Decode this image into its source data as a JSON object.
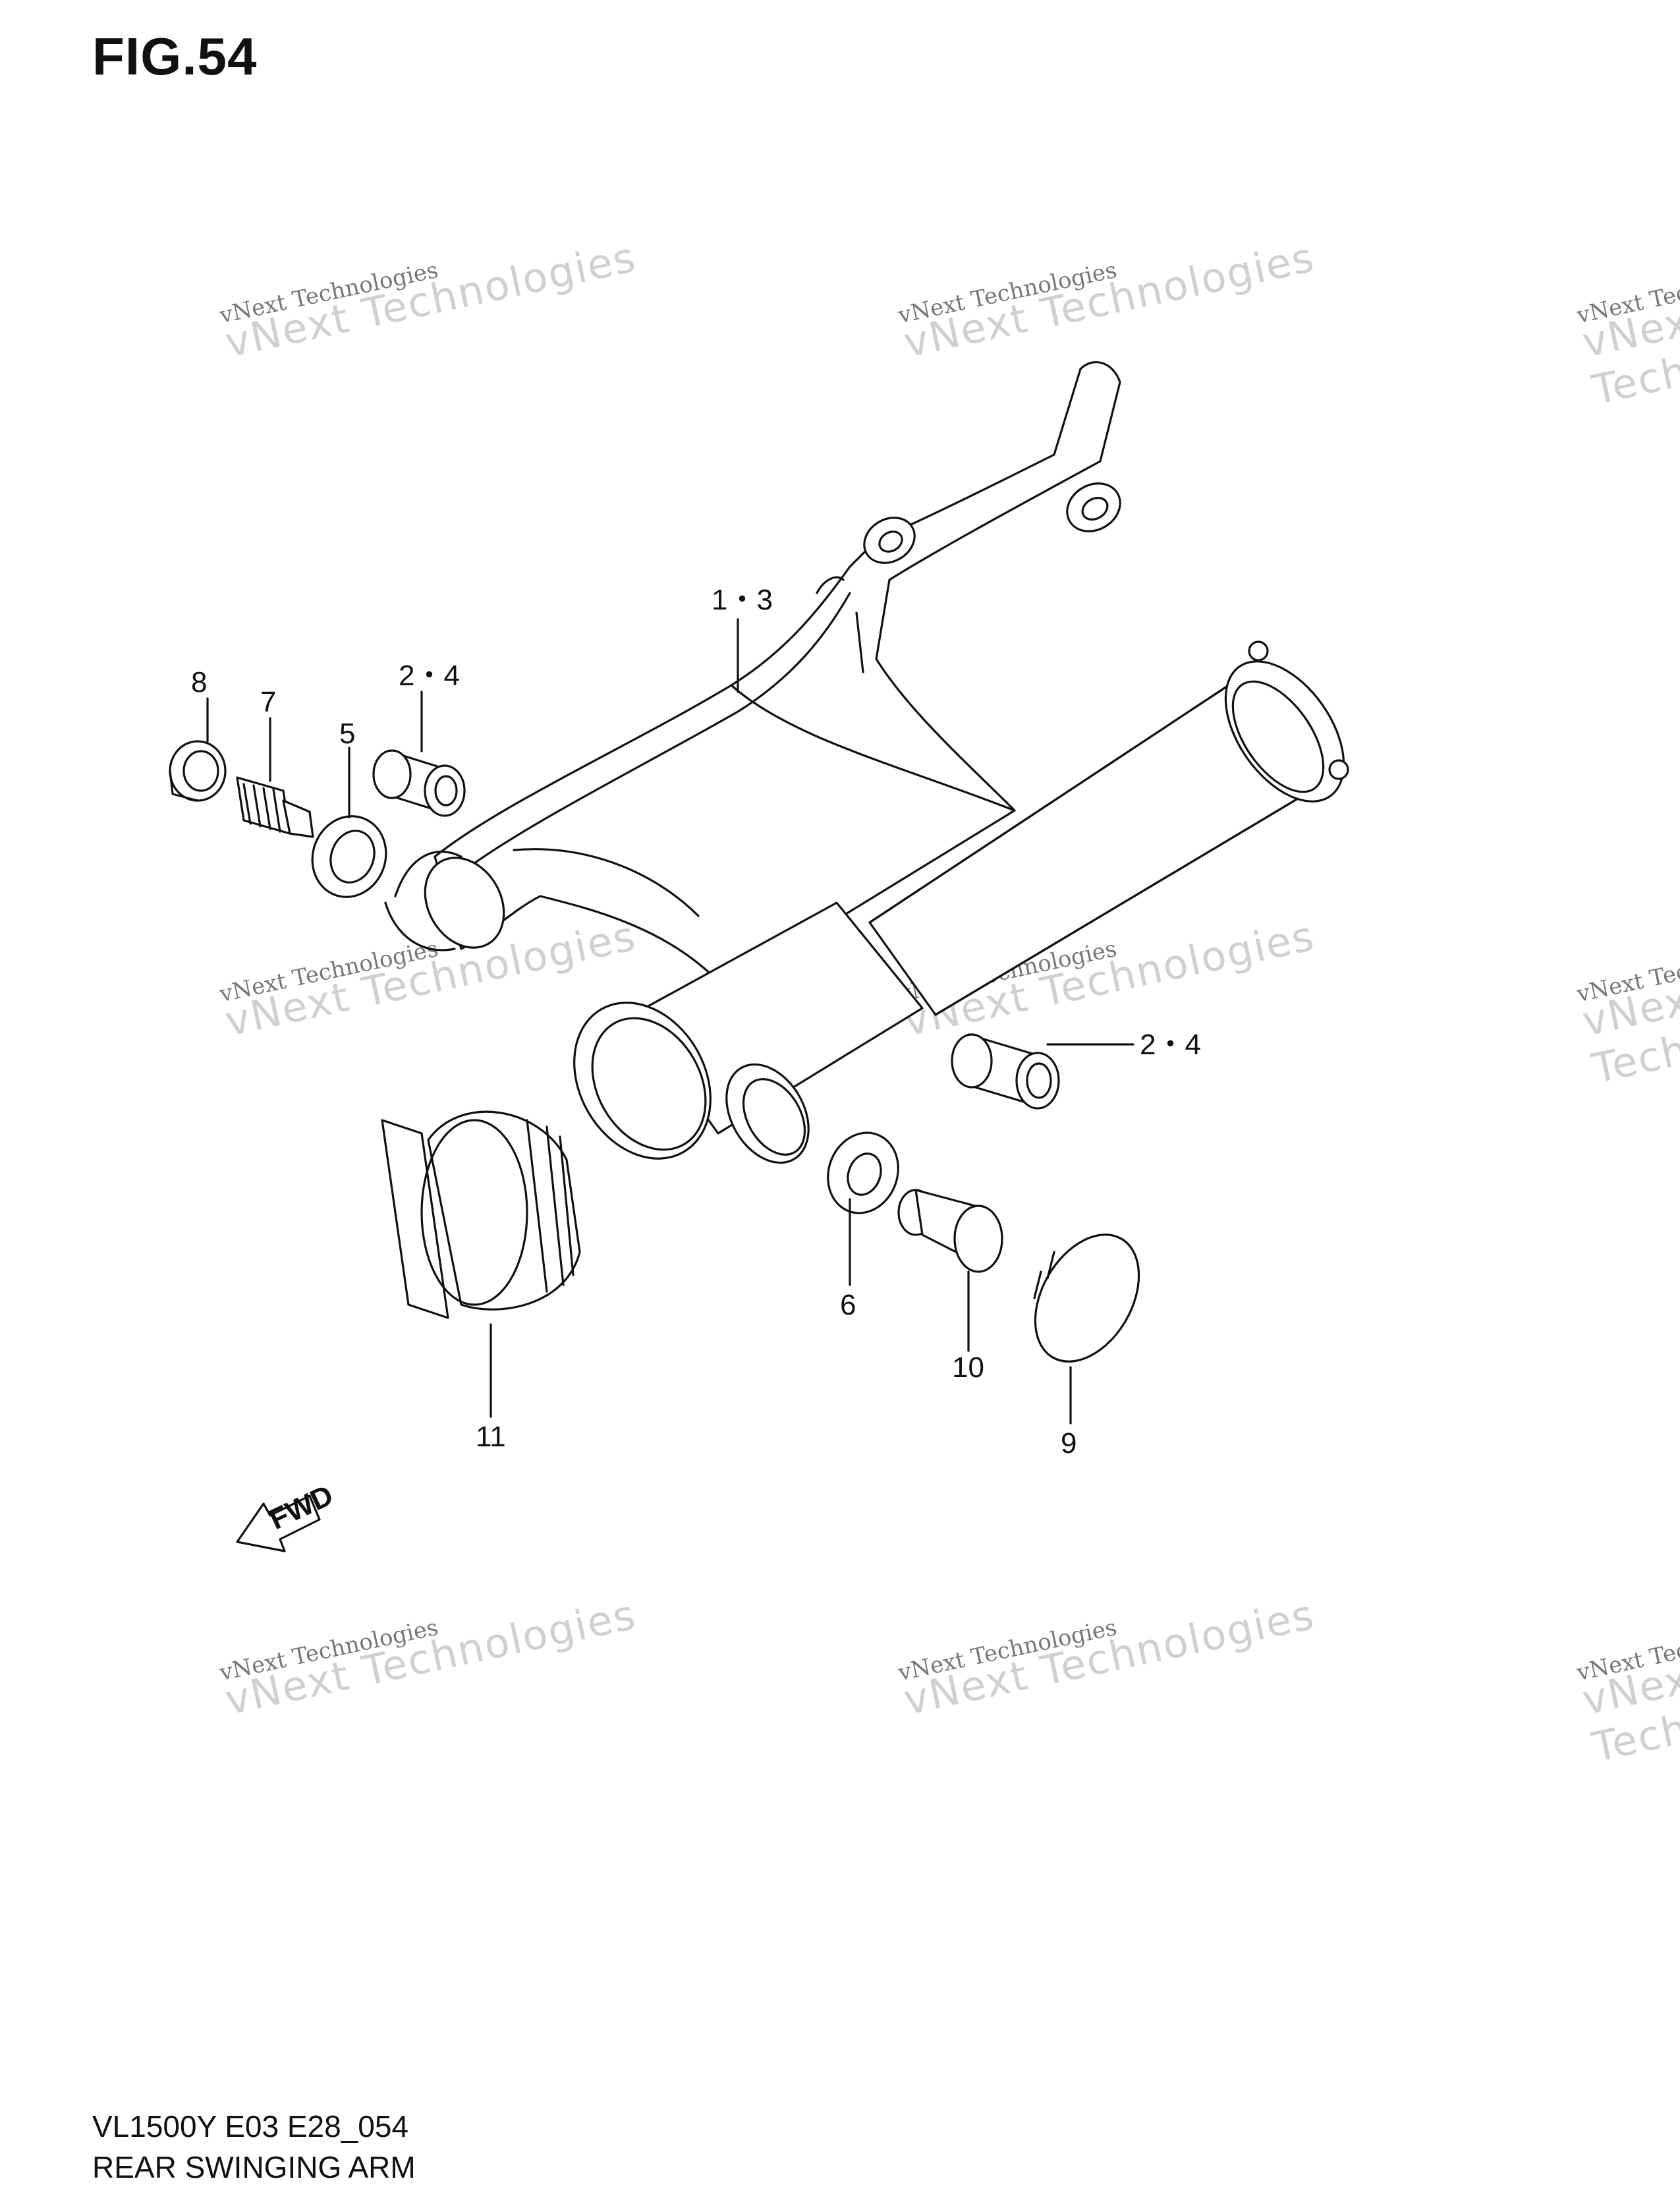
{
  "figure": {
    "title": "FIG.54"
  },
  "footer": {
    "model_code": "VL1500Y E03 E28_054",
    "part_name": "REAR SWINGING ARM"
  },
  "fwd_label": "FWD",
  "watermark": {
    "line1": "vNext Technologies",
    "line2": "vNext Technologies"
  },
  "callouts": {
    "c13": "1・3",
    "c24_top": "2・4",
    "c24_right": "2・4",
    "c5": "5",
    "c6": "6",
    "c7": "7",
    "c8": "8",
    "c9": "9",
    "c10": "10",
    "c11": "11"
  }
}
